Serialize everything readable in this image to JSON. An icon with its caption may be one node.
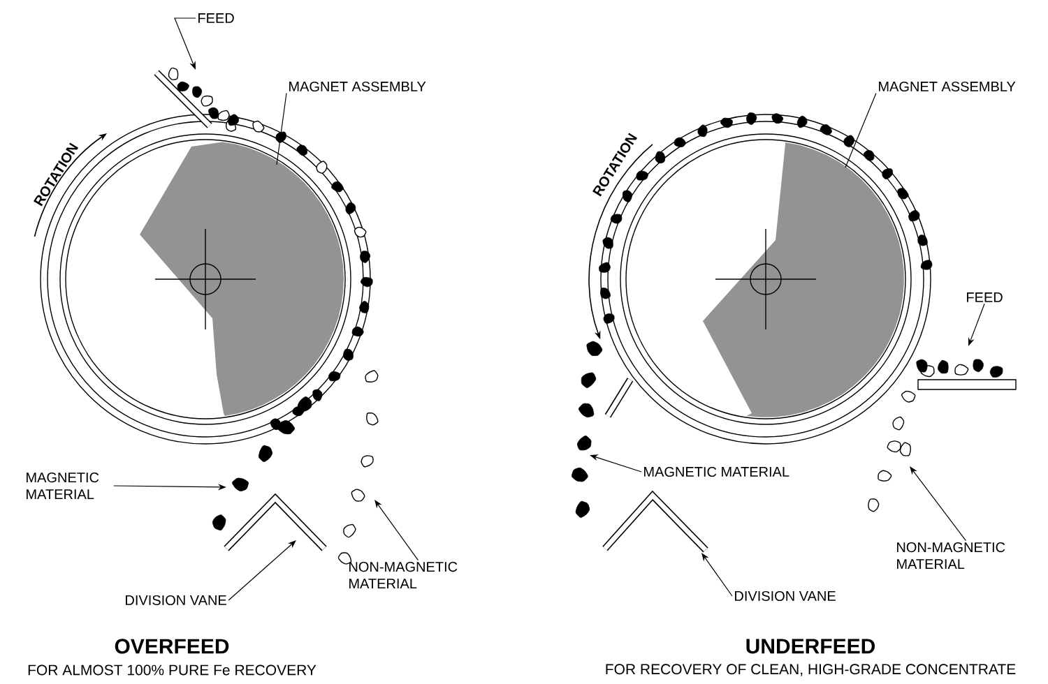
{
  "diagram": {
    "nodes": [
      {
        "text": [
          "FEED"
        ]
      },
      {
        "text": [
          "MAGNET ASSEMBLY"
        ]
      },
      {
        "text": [
          "MAGNETIC MATERIAL"
        ]
      },
      {
        "text": [
          "DIVISION VANE"
        ]
      },
      {
        "text": [
          "NON-MAGNETIC MATERIAL"
        ]
      },
      {
        "text": [
          "MAGNET ASSEMBLY"
        ]
      },
      {
        "text": [
          "FEED"
        ]
      },
      {
        "text": [
          "MAGNETIC MATERIAL"
        ]
      },
      {
        "text": [
          "DIVISION VANE"
        ]
      },
      {
        "text": [
          "NON-MAGNETIC MATERIAL"
        ]
      }
    ],
    "edges": [
      {
        "from": 0,
        "to": null,
        "arrow": "to"
      },
      {
        "from": 1,
        "to": null,
        "arrow": "none"
      },
      {
        "from": 2,
        "to": null,
        "arrow": "to"
      },
      {
        "from": 3,
        "to": null,
        "arrow": "to"
      },
      {
        "from": 4,
        "to": null,
        "arrow": "to"
      },
      {
        "from": 5,
        "to": null,
        "arrow": "none"
      },
      {
        "from": 6,
        "to": null,
        "arrow": "to"
      },
      {
        "from": 7,
        "to": null,
        "arrow": "to"
      },
      {
        "from": 8,
        "to": null,
        "arrow": "to"
      },
      {
        "from": 9,
        "to": null,
        "arrow": "to"
      }
    ],
    "labels": [
      "ROTATION",
      "ROTATION",
      "OVERFEED",
      "FOR ALMOST 100% PURE Fe RECOVERY",
      "UNDERFEED",
      "FOR RECOVERY OF CLEAN, HIGH-GRADE CONCENTRATE"
    ]
  }
}
